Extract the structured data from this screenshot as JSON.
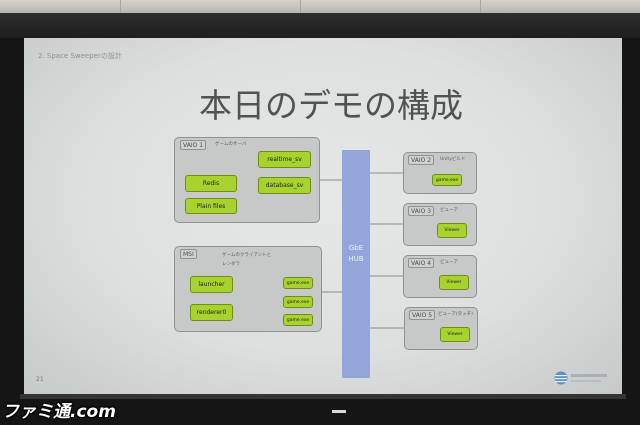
{
  "slide": {
    "section_label": "2. Space Sweeperの設計",
    "title": "本日のデモの構成",
    "page_number": "21"
  },
  "diagram": {
    "vaio1": {
      "label": "VAIO 1",
      "role": "ゲームのサーバ",
      "components": [
        "realtime_sv",
        "Redis",
        "database_sv",
        "Plain files"
      ]
    },
    "msi": {
      "label": "MSI",
      "role_lines": [
        "ゲームのクライアントと",
        "レンダラ"
      ],
      "components": [
        "launcher",
        "renderer0",
        "game.exe",
        "game.exe",
        "game.exe"
      ]
    },
    "hub": {
      "lines": [
        "GbE",
        "HUB"
      ]
    },
    "clients": [
      {
        "label": "VAIO 2",
        "role": "Unityビルド",
        "component": "game.exe"
      },
      {
        "label": "VAIO 3",
        "role": "ビューア",
        "component": "Viewer"
      },
      {
        "label": "VAIO 4",
        "role": "ビューア",
        "component": "Viewer"
      },
      {
        "label": "VAIO 5",
        "role": "ビューア(タッチ)",
        "component": "Viewer"
      }
    ]
  },
  "watermark": "ファミ通.com",
  "colors": {
    "component_green": "#a8d22e",
    "hub_blue": "#93a5da",
    "node_gray": "#c6c9c7",
    "title_gray": "#505352"
  },
  "icons": {
    "logo": "company-logo-icon"
  }
}
